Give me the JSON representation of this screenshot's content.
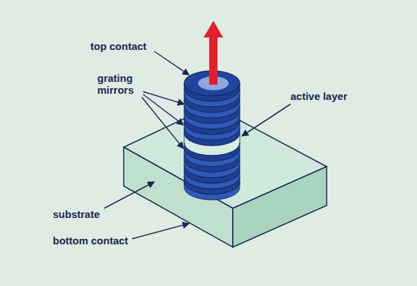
{
  "diagram": {
    "labels": [
      "top contact",
      "grating mirrors",
      "active layer",
      "substrate",
      "bottom contact"
    ]
  }
}
